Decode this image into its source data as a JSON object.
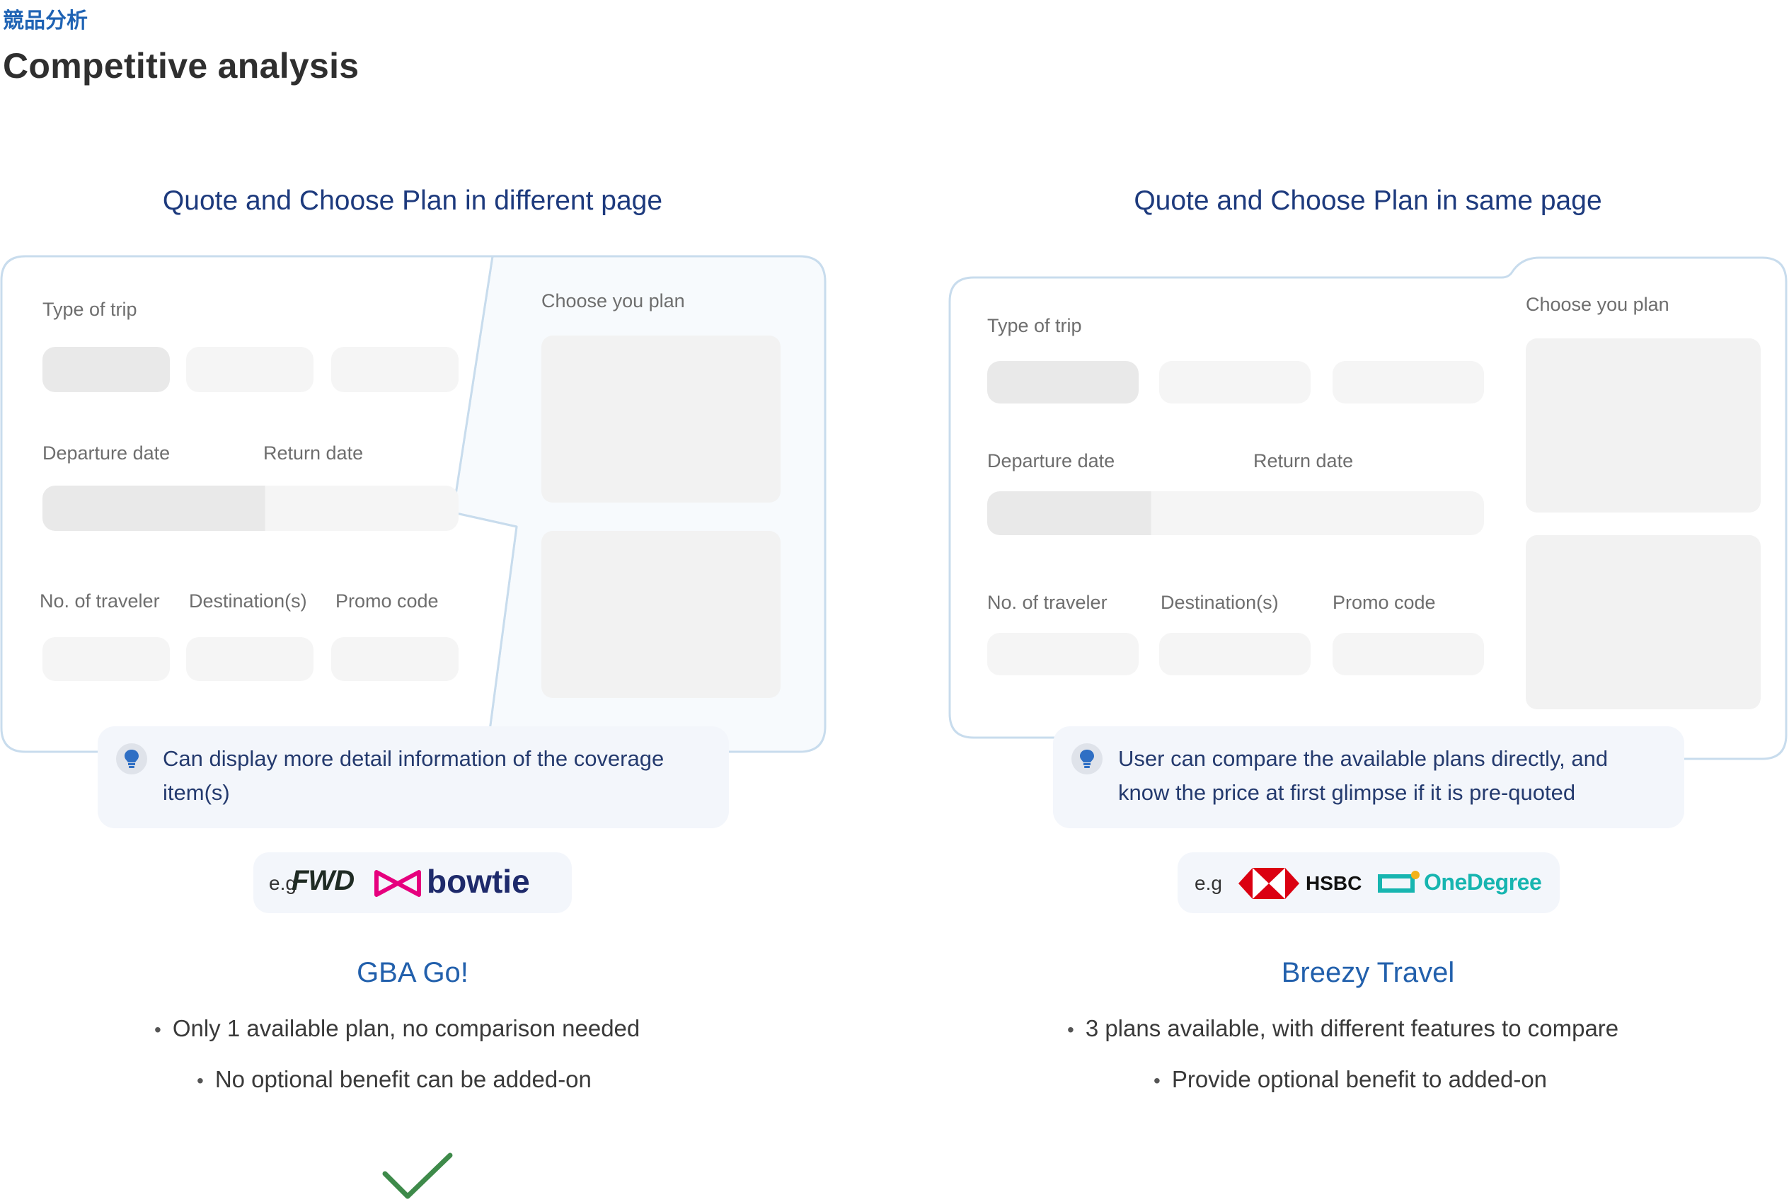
{
  "header": {
    "eyebrow": "競品分析",
    "title": "Competitive analysis"
  },
  "left": {
    "heading": "Quote and Choose Plan in different page",
    "labels": {
      "type_of_trip": "Type of trip",
      "departure_date": "Departure date",
      "return_date": "Return date",
      "travelers": "No. of traveler",
      "destinations": "Destination(s)",
      "promo": "Promo code",
      "choose_plan": "Choose you plan"
    },
    "tip_line1": "Can display more detail information of the coverage",
    "tip_line2": "item(s)",
    "example_prefix": "e.g",
    "logos": [
      "FWD",
      "bowtie"
    ],
    "product": "GBA Go!",
    "bullets": [
      "Only 1 available plan, no comparison needed",
      "No optional benefit can be added-on"
    ],
    "selected": true
  },
  "right": {
    "heading": "Quote and Choose Plan in same page",
    "labels": {
      "type_of_trip": "Type of trip",
      "departure_date": "Departure date",
      "return_date": "Return date",
      "travelers": "No. of traveler",
      "destinations": "Destination(s)",
      "promo": "Promo code",
      "choose_plan": "Choose you plan"
    },
    "tip_line1": "User can compare the available plans directly, and",
    "tip_line2": "know the price at first glimpse if it is pre-quoted",
    "example_prefix": "e.g",
    "logos": [
      "HSBC",
      "OneDegree"
    ],
    "product": "Breezy Travel",
    "bullets": [
      "3 plans available, with different features to compare",
      "Provide optional benefit to added-on"
    ]
  },
  "colors": {
    "heading": "#1d3a7d",
    "product": "#2260ac",
    "card_border": "#c8dced",
    "check": "#3e8a4a",
    "hsbc_red": "#db0011",
    "onedegree_teal": "#17b5b0",
    "bowtie_pink": "#e6007e"
  },
  "icons": [
    "lightbulb-icon",
    "checkmark-icon",
    "hsbc-hexagon-icon",
    "onedegree-mark-icon"
  ]
}
